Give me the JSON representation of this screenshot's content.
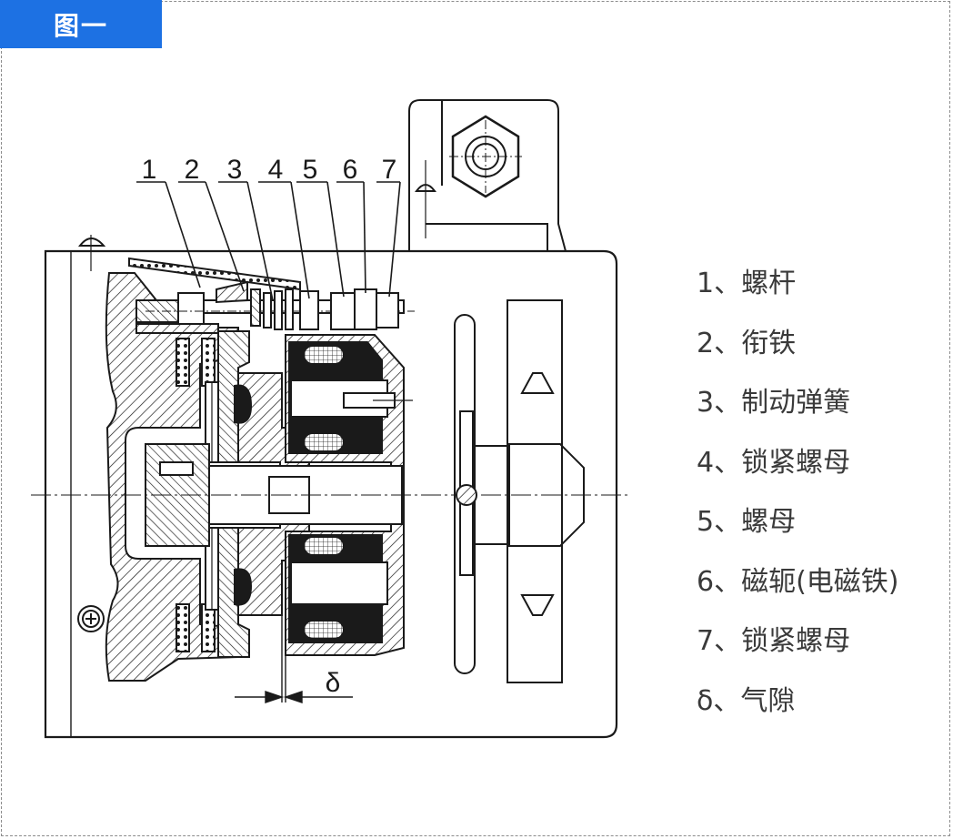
{
  "figure_tag": "图一",
  "callout_numbers": [
    "1",
    "2",
    "3",
    "4",
    "5",
    "6",
    "7"
  ],
  "gap_symbol": "δ",
  "legend": [
    "1、螺杆",
    "2、衔铁",
    "3、制动弹簧",
    "4、锁紧螺母",
    "5、螺母",
    "6、磁轭(电磁铁)",
    "7、锁紧螺母",
    "δ、气隙"
  ],
  "colors": {
    "tag_background": "#1d71e3",
    "tag_text": "#ffffff",
    "line": "#1a1a1a",
    "frame": "#8c8c8c"
  }
}
